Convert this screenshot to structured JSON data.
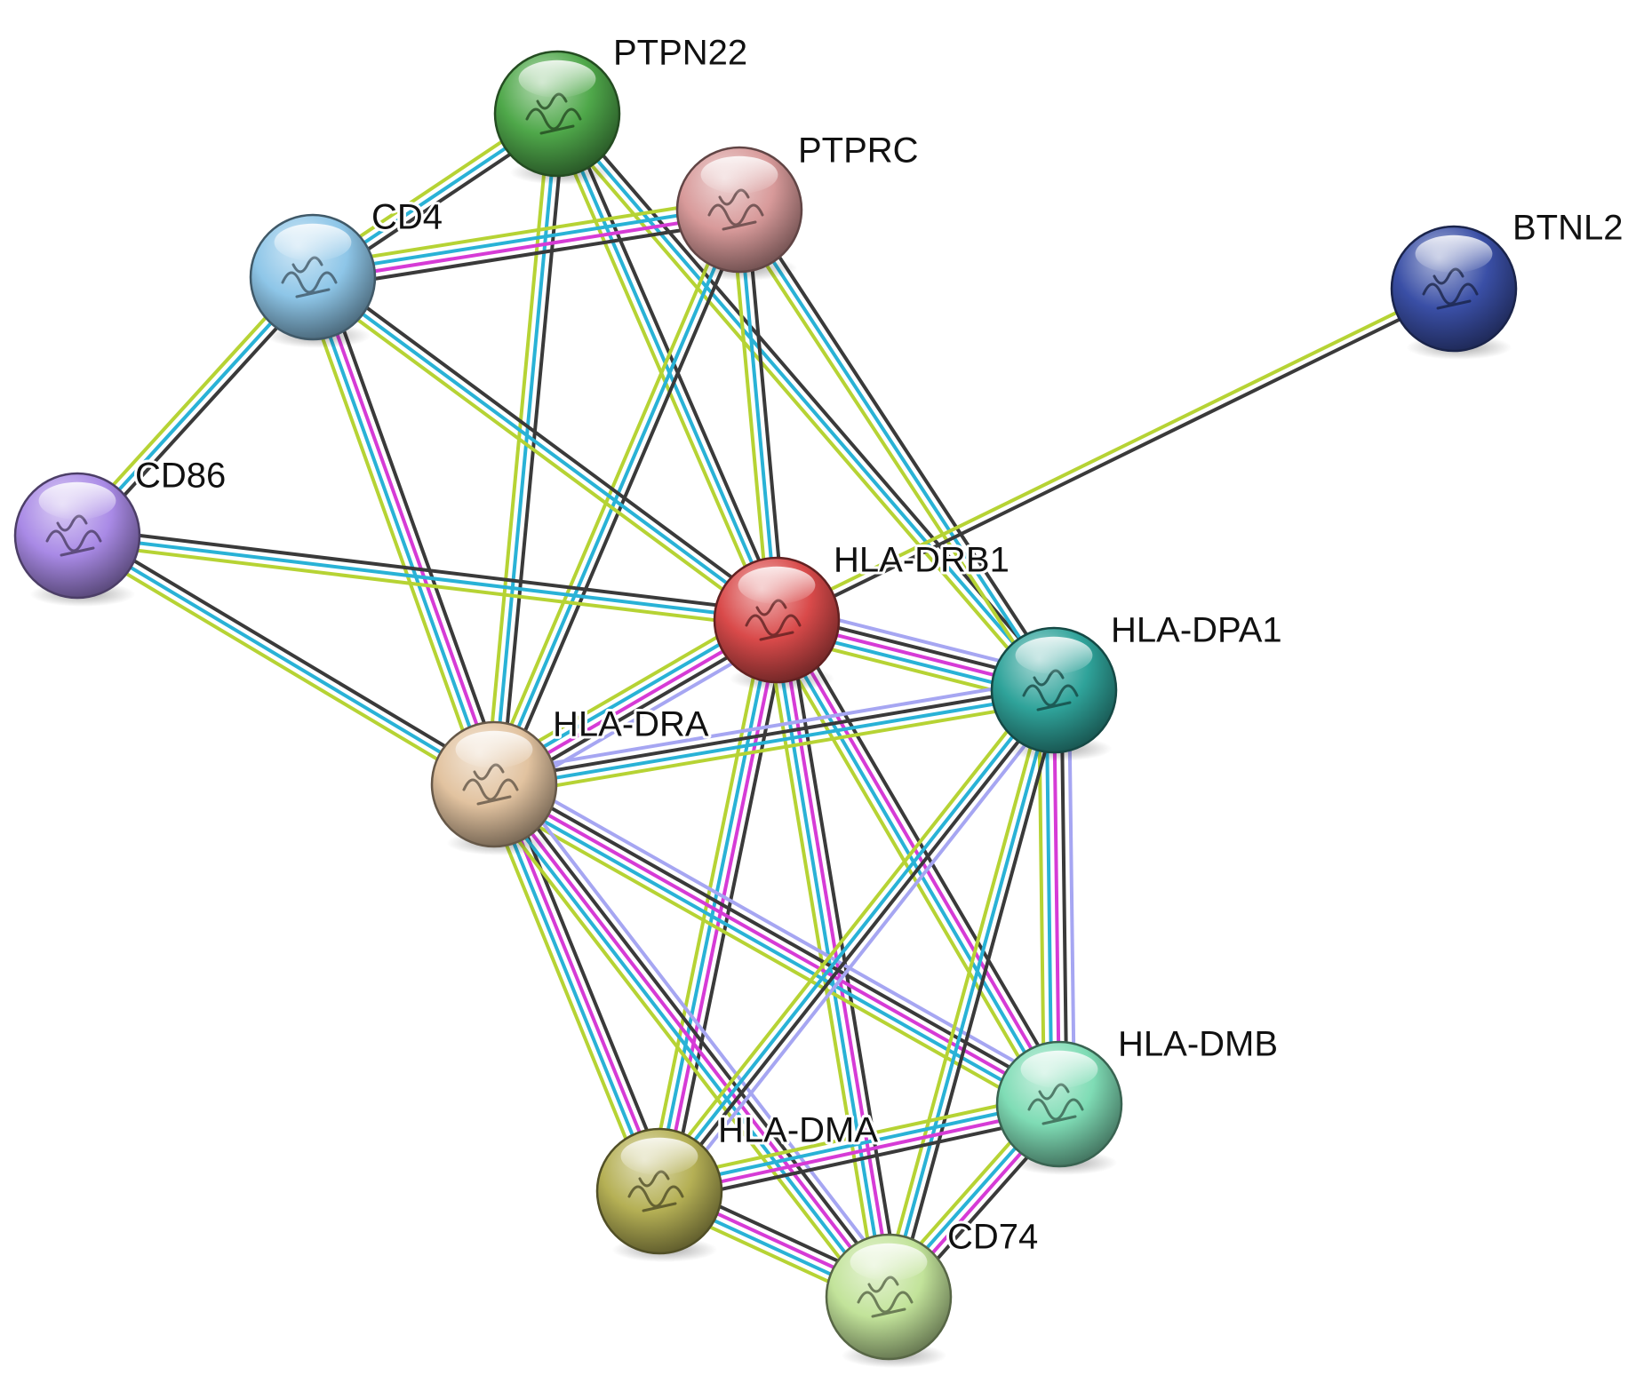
{
  "network": {
    "line_colors": {
      "black": "#3a3a3a",
      "cyan": "#29b2d6",
      "magenta": "#d63bd6",
      "lime": "#b6d334",
      "lavender": "#a6a6f2"
    },
    "nodes": [
      {
        "id": "PTPN22",
        "label": "PTPN22",
        "color": "#4fa84a",
        "icon": "protein-structure-icon"
      },
      {
        "id": "PTPRC",
        "label": "PTPRC",
        "color": "#d89a9a",
        "icon": "protein-structure-icon"
      },
      {
        "id": "CD4",
        "label": "CD4",
        "color": "#8ec6e8",
        "icon": "protein-structure-icon"
      },
      {
        "id": "BTNL2",
        "label": "BTNL2",
        "color": "#3a4fa6",
        "icon": "protein-structure-icon"
      },
      {
        "id": "CD86",
        "label": "CD86",
        "color": "#a98ae6",
        "icon": "protein-structure-icon"
      },
      {
        "id": "HLA-DRB1",
        "label": "HLA-DRB1",
        "color": "#d94a4a",
        "icon": "protein-structure-icon"
      },
      {
        "id": "HLA-DPA1",
        "label": "HLA-DPA1",
        "color": "#2fa39a",
        "icon": "protein-structure-icon"
      },
      {
        "id": "HLA-DRA",
        "label": "HLA-DRA",
        "color": "#e2c3a0",
        "icon": "protein-structure-icon"
      },
      {
        "id": "HLA-DMB",
        "label": "HLA-DMB",
        "color": "#7fdcb5",
        "icon": "protein-structure-icon"
      },
      {
        "id": "HLA-DMA",
        "label": "HLA-DMA",
        "color": "#b5b055",
        "icon": "protein-structure-icon"
      },
      {
        "id": "CD74",
        "label": "CD74",
        "color": "#c2e39a",
        "icon": "protein-structure-icon"
      }
    ],
    "edges": [
      {
        "source": "PTPN22",
        "target": "CD4",
        "lines": [
          "black",
          "cyan",
          "lime"
        ]
      },
      {
        "source": "PTPN22",
        "target": "HLA-DRA",
        "lines": [
          "black",
          "cyan",
          "lime"
        ]
      },
      {
        "source": "PTPN22",
        "target": "HLA-DRB1",
        "lines": [
          "black",
          "cyan",
          "lime"
        ]
      },
      {
        "source": "PTPN22",
        "target": "HLA-DPA1",
        "lines": [
          "black",
          "cyan",
          "lime"
        ]
      },
      {
        "source": "PTPRC",
        "target": "CD4",
        "lines": [
          "black",
          "magenta",
          "cyan",
          "lime"
        ]
      },
      {
        "source": "PTPRC",
        "target": "HLA-DRA",
        "lines": [
          "black",
          "cyan",
          "lime"
        ]
      },
      {
        "source": "PTPRC",
        "target": "HLA-DRB1",
        "lines": [
          "black",
          "cyan",
          "lime"
        ]
      },
      {
        "source": "PTPRC",
        "target": "HLA-DPA1",
        "lines": [
          "black",
          "cyan",
          "lime"
        ]
      },
      {
        "source": "CD4",
        "target": "CD86",
        "lines": [
          "black",
          "cyan",
          "lime"
        ]
      },
      {
        "source": "CD4",
        "target": "HLA-DRA",
        "lines": [
          "black",
          "magenta",
          "cyan",
          "lime"
        ]
      },
      {
        "source": "CD4",
        "target": "HLA-DRB1",
        "lines": [
          "black",
          "cyan",
          "lime"
        ]
      },
      {
        "source": "CD86",
        "target": "HLA-DRA",
        "lines": [
          "black",
          "cyan",
          "lime"
        ]
      },
      {
        "source": "CD86",
        "target": "HLA-DRB1",
        "lines": [
          "black",
          "cyan",
          "lime"
        ]
      },
      {
        "source": "BTNL2",
        "target": "HLA-DRB1",
        "lines": [
          "black",
          "lime"
        ]
      },
      {
        "source": "HLA-DRB1",
        "target": "HLA-DRA",
        "lines": [
          "lavender",
          "black",
          "magenta",
          "cyan",
          "lime"
        ]
      },
      {
        "source": "HLA-DRB1",
        "target": "HLA-DPA1",
        "lines": [
          "lavender",
          "black",
          "magenta",
          "cyan",
          "lime"
        ]
      },
      {
        "source": "HLA-DRB1",
        "target": "HLA-DMB",
        "lines": [
          "black",
          "magenta",
          "cyan",
          "lime"
        ]
      },
      {
        "source": "HLA-DRB1",
        "target": "HLA-DMA",
        "lines": [
          "black",
          "magenta",
          "cyan",
          "lime"
        ]
      },
      {
        "source": "HLA-DRB1",
        "target": "CD74",
        "lines": [
          "black",
          "magenta",
          "cyan",
          "lime"
        ]
      },
      {
        "source": "HLA-DRA",
        "target": "HLA-DPA1",
        "lines": [
          "lavender",
          "black",
          "cyan",
          "lime"
        ]
      },
      {
        "source": "HLA-DRA",
        "target": "HLA-DMB",
        "lines": [
          "lavender",
          "black",
          "magenta",
          "cyan",
          "lime"
        ]
      },
      {
        "source": "HLA-DRA",
        "target": "HLA-DMA",
        "lines": [
          "black",
          "magenta",
          "cyan",
          "lime"
        ]
      },
      {
        "source": "HLA-DRA",
        "target": "CD74",
        "lines": [
          "lavender",
          "black",
          "magenta",
          "cyan",
          "lime"
        ]
      },
      {
        "source": "HLA-DPA1",
        "target": "HLA-DMB",
        "lines": [
          "lavender",
          "black",
          "magenta",
          "cyan",
          "lime"
        ]
      },
      {
        "source": "HLA-DPA1",
        "target": "HLA-DMA",
        "lines": [
          "lavender",
          "black",
          "cyan",
          "lime"
        ]
      },
      {
        "source": "HLA-DPA1",
        "target": "CD74",
        "lines": [
          "black",
          "cyan",
          "lime"
        ]
      },
      {
        "source": "HLA-DMB",
        "target": "HLA-DMA",
        "lines": [
          "black",
          "magenta",
          "cyan",
          "lime"
        ]
      },
      {
        "source": "HLA-DMB",
        "target": "CD74",
        "lines": [
          "black",
          "magenta",
          "cyan",
          "lime"
        ]
      },
      {
        "source": "HLA-DMA",
        "target": "CD74",
        "lines": [
          "black",
          "magenta",
          "cyan",
          "lime"
        ]
      }
    ]
  }
}
